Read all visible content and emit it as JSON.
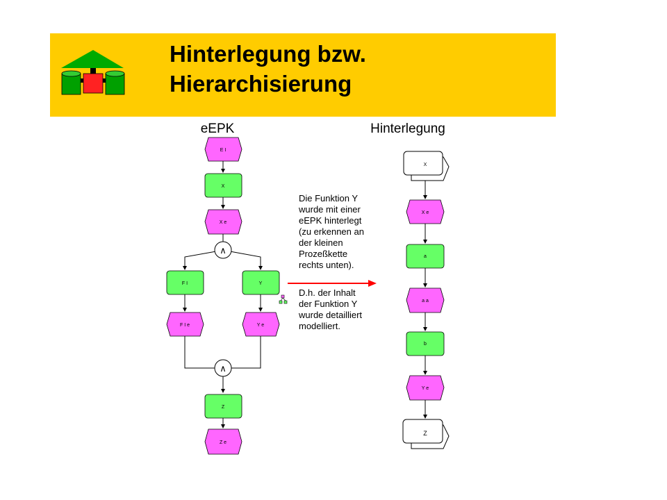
{
  "slide": {
    "title_line1": "Hinterlegung bzw.",
    "title_line2": "Hierarchisierung"
  },
  "colors": {
    "header_bg": "#ffcc00",
    "function": "#66ff66",
    "event": "#ff66ff",
    "arrow": "#ff0000"
  },
  "left": {
    "heading": "eEPK",
    "nodes": {
      "e1": "E I",
      "x": "X",
      "xe": "X e",
      "f1": "F I",
      "y": "Y",
      "f1e": "F I e",
      "ye": "Y e",
      "z": "Z",
      "ze": "Z e"
    },
    "connector_symbol": "∧"
  },
  "right": {
    "heading": "Hinterlegung",
    "nodes": {
      "x": "X",
      "xe": "X e",
      "a": "a",
      "aa": "a a",
      "b": "b",
      "ye": "Y e",
      "z": "Z"
    }
  },
  "note": {
    "lines": [
      "Die Funktion Y",
      "wurde mit einer",
      "eEPK hinterlegt",
      "(zu erkennen an",
      "der kleinen",
      "Prozeßkette",
      "rechts unten).",
      "D.h. der Inhalt",
      "der Funktion Y",
      "wurde detailliert",
      "modelliert."
    ]
  }
}
